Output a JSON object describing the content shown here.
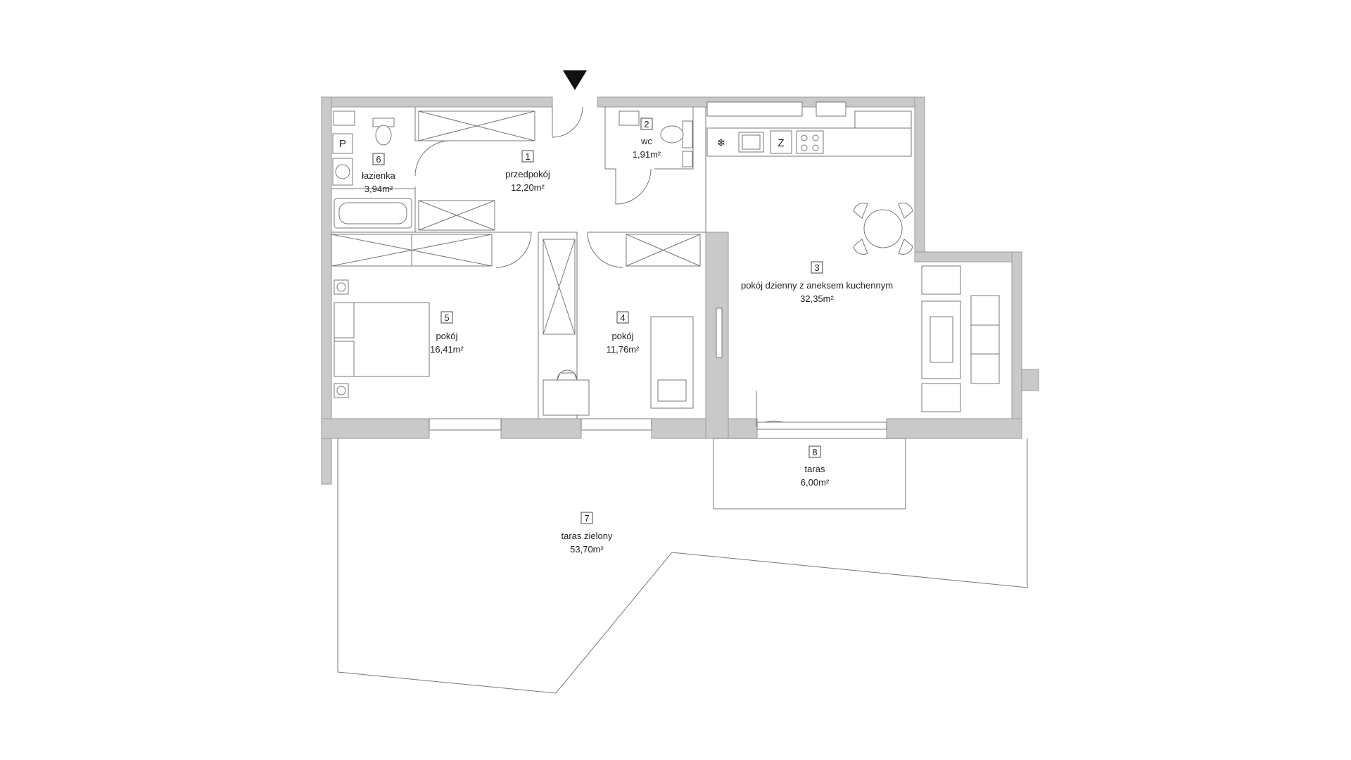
{
  "entrance": {
    "icon": "entrance-arrow-icon"
  },
  "rooms": [
    {
      "id": "r1",
      "number": "1",
      "name": "przedpokój",
      "area": "12,20m²"
    },
    {
      "id": "r2",
      "number": "2",
      "name": "wc",
      "area": "1,91m²"
    },
    {
      "id": "r3",
      "number": "3",
      "name": "pokój dzienny z aneksem kuchennym",
      "area": "32,35m²"
    },
    {
      "id": "r4",
      "number": "4",
      "name": "pokój",
      "area": "11,76m²"
    },
    {
      "id": "r5",
      "number": "5",
      "name": "pokój",
      "area": "16,41m²"
    },
    {
      "id": "r6",
      "number": "6",
      "name": "łazienka",
      "area": "3,94m²"
    },
    {
      "id": "r7",
      "number": "7",
      "name": "taras zielony",
      "area": "53,70m²"
    },
    {
      "id": "r8",
      "number": "8",
      "name": "taras",
      "area": "6,00m²"
    }
  ],
  "symbols": {
    "washer": "P",
    "fridge": "Z",
    "freezer": "❄"
  },
  "colors": {
    "wall": "#c9c9c9",
    "line": "#777777",
    "text": "#222222"
  }
}
